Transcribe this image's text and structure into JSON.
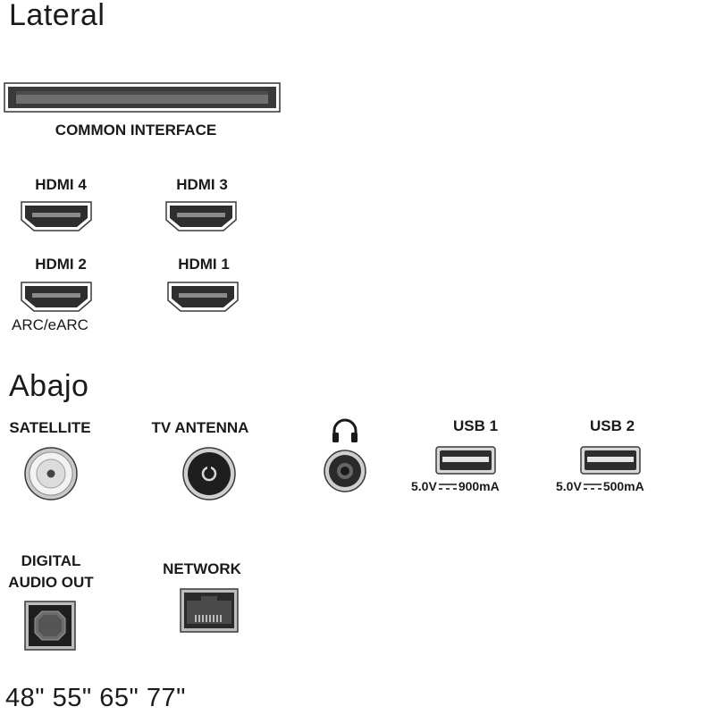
{
  "side": {
    "heading": "Lateral",
    "common_interface_label": "COMMON INTERFACE",
    "hdmi": [
      {
        "label": "HDMI 4",
        "sub": ""
      },
      {
        "label": "HDMI 3",
        "sub": ""
      },
      {
        "label": "HDMI 2",
        "sub": "ARC/eARC"
      },
      {
        "label": "HDMI 1",
        "sub": ""
      }
    ]
  },
  "bottom": {
    "heading": "Abajo",
    "satellite_label": "SATELLITE",
    "antenna_label": "TV ANTENNA",
    "headphone_icon": "headphones-icon",
    "usb": [
      {
        "label": "USB 1",
        "spec_prefix": "5.0V",
        "spec_suffix": "900mA"
      },
      {
        "label": "USB 2",
        "spec_prefix": "5.0V",
        "spec_suffix": "500mA"
      }
    ],
    "digital_audio_label_line1": "DIGITAL",
    "digital_audio_label_line2": "AUDIO OUT",
    "network_label": "NETWORK"
  },
  "footer": {
    "sizes": "48\" 55\" 65\" 77\""
  }
}
